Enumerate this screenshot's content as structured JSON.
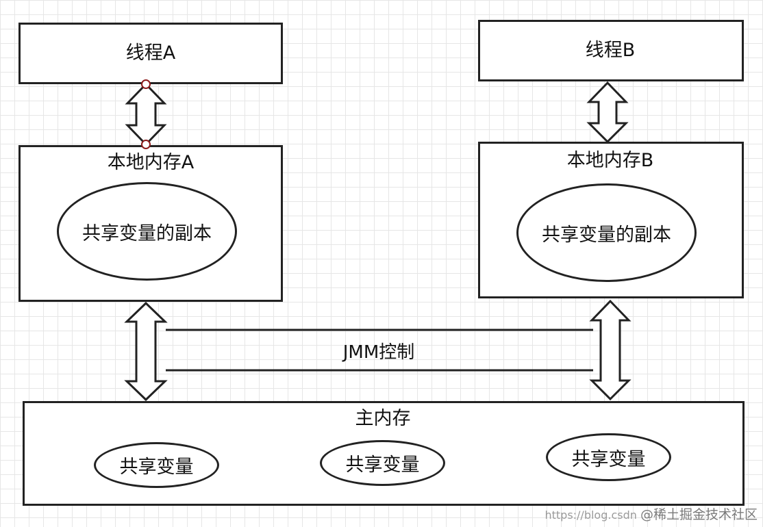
{
  "thread_a": {
    "title": "线程A"
  },
  "thread_b": {
    "title": "线程B"
  },
  "local_memory_a": {
    "title": "本地内存A",
    "copy_label": "共享变量的副本"
  },
  "local_memory_b": {
    "title": "本地内存B",
    "copy_label": "共享变量的副本"
  },
  "jmm": {
    "label": "JMM控制"
  },
  "main_memory": {
    "title": "主内存",
    "variables": [
      "共享变量",
      "共享变量",
      "共享变量"
    ]
  },
  "watermark": {
    "url": "https://blog.csdn",
    "brand": "@稀土掘金技术社区"
  },
  "colors": {
    "stroke": "#222222",
    "grid": "#e6e6e6",
    "handle": "#8b1a1a"
  }
}
